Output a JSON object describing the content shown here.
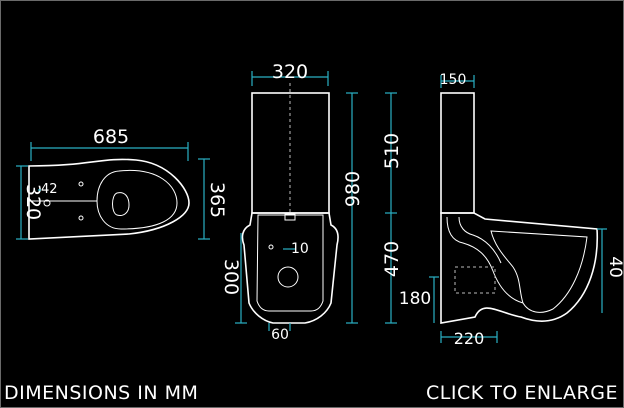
{
  "captions": {
    "units": "DIMENSIONS IN MM",
    "enlarge": "CLICK TO ENLARGE"
  },
  "top_view": {
    "length": "685",
    "rear_width": "320",
    "front_width": "365",
    "hole": "42"
  },
  "front_view": {
    "width": "320",
    "total_height": "980",
    "cistern_height": "510",
    "pan_height": "470",
    "waste_height": "300",
    "waste_diameter": "10",
    "base_offset": "60"
  },
  "side_view": {
    "cistern_depth": "150",
    "waste_centre": "180",
    "base_depth": "220",
    "seat_drop": "40"
  },
  "colors": {
    "background": "#000000",
    "outline": "#ffffff",
    "dimension": "#2ab0c4"
  }
}
